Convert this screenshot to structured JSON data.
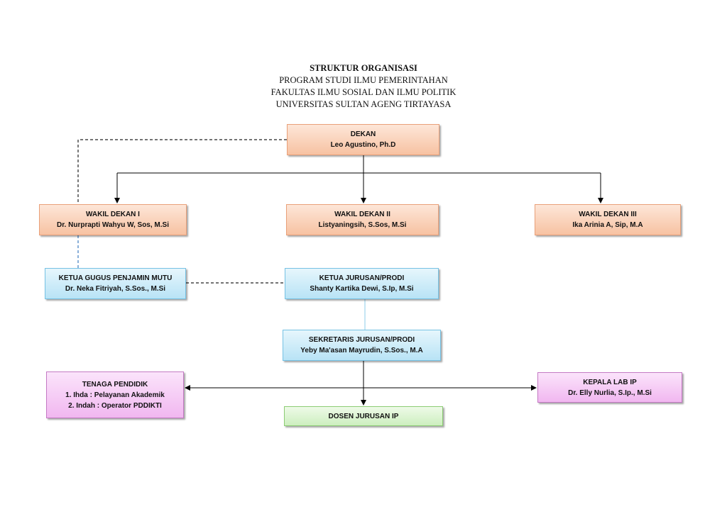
{
  "title": {
    "line1": "STRUKTUR ORGANISASI",
    "line2": "PROGRAM STUDI ILMU PEMERINTAHAN",
    "line3": "FAKULTAS ILMU SOSIAL DAN ILMU POLITIK",
    "line4": "UNIVERSITAS SULTAN AGENG TIRTAYASA"
  },
  "dekan": {
    "role": "DEKAN",
    "name": "Leo Agustino, Ph.D"
  },
  "wakil1": {
    "role": "WAKIL DEKAN I",
    "name": "Dr. Nurprapti Wahyu W, Sos, M.Si"
  },
  "wakil2": {
    "role": "WAKIL DEKAN II",
    "name": "Listyaningsih, S.Sos, M.Si"
  },
  "wakil3": {
    "role": "WAKIL DEKAN III",
    "name": "Ika Arinia A, Sip, M.A"
  },
  "gugus": {
    "role": "KETUA GUGUS PENJAMIN MUTU",
    "name": "Dr. Neka Fitriyah, S.Sos., M.Si"
  },
  "kajur": {
    "role": "KETUA JURUSAN/PRODI",
    "name": "Shanty Kartika Dewi, S.Ip, M.Si"
  },
  "sekjur": {
    "role": "SEKRETARIS JURUSAN/PRODI",
    "name": "Yeby Ma'asan Mayrudin, S.Sos., M.A"
  },
  "tendik": {
    "role": "TENAGA PENDIDIK",
    "item1": "1. Ihda : Pelayanan Akademik",
    "item2": "2. Indah : Operator PDDIKTI"
  },
  "kalab": {
    "role": "KEPALA LAB IP",
    "name": "Dr. Elly Nurlia, S.Ip., M.Si"
  },
  "dosen": {
    "role": "DOSEN JURUSAN IP"
  }
}
